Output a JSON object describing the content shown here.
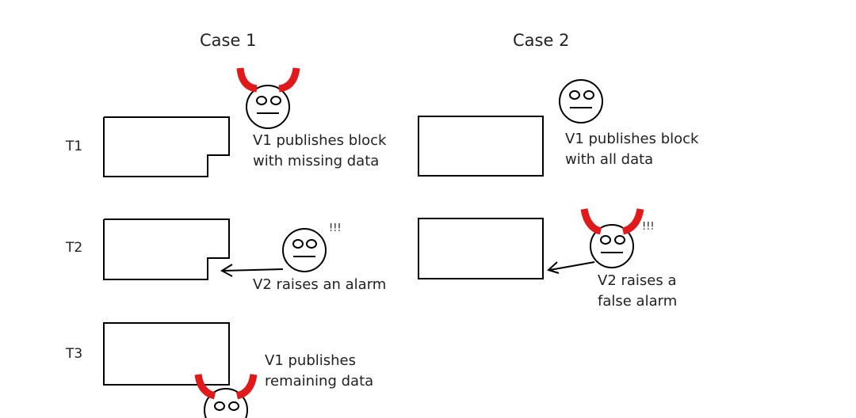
{
  "cases": [
    {
      "title": "Case 1"
    },
    {
      "title": "Case 2"
    }
  ],
  "rows": [
    "T1",
    "T2",
    "T3"
  ],
  "captions": {
    "c1_t1": "V1 publishes block\nwith missing data",
    "c1_t2": "V2 raises an alarm",
    "c1_t3": "V1 publishes\nremaining data",
    "c2_t1": "V1 publishes block\nwith all data",
    "c2_t2": "V2 raises a\nfalse alarm"
  },
  "exclamation": "!!!",
  "colors": {
    "horns": "#e0191a",
    "lines": "#000000"
  }
}
